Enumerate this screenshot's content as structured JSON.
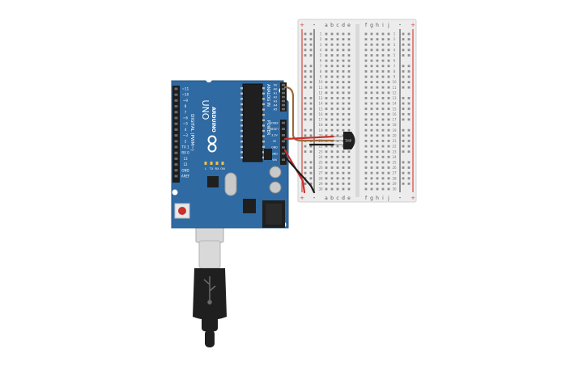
{
  "board": {
    "name_line1": "ARDUINO",
    "name_line2": "UNO",
    "brand_color": "#2f6aa3",
    "digital_header_label": "DIGITAL (PWM~)",
    "analog_header_label": "ANALOG IN",
    "power_header_label": "POWER",
    "digital_pins": [
      "~11",
      "~10",
      "~9",
      "8",
      "7",
      "~6",
      "~5",
      "4",
      "~3",
      "2",
      "TX 1",
      "RX 0",
      "13",
      "12",
      "GND",
      "AREF"
    ],
    "analog_pins": [
      "5V",
      "A0",
      "A1",
      "A2",
      "A3",
      "A4",
      "A5"
    ],
    "power_pins": [
      "IOREF",
      "RESET",
      "3.3V",
      "5V",
      "GND",
      "GND",
      "VIN"
    ],
    "led_labels": [
      "L",
      "TX",
      "RX",
      "ON"
    ]
  },
  "breadboard": {
    "column_letters_left": [
      "a",
      "b",
      "c",
      "d",
      "e"
    ],
    "column_letters_right": [
      "f",
      "g",
      "h",
      "i",
      "j"
    ],
    "rail_plus": "+",
    "rail_minus": "-",
    "rail_plus_color": "#d9473b",
    "rail_minus_color": "#333333",
    "row_count": 30
  },
  "sensor": {
    "label": "TMP"
  },
  "wires": {
    "power_color": "#c8302c",
    "ground_color": "#1b1b1b",
    "signal_color": "#9a6a3c"
  },
  "cable": {
    "connector_color": "#1f1f1f"
  }
}
